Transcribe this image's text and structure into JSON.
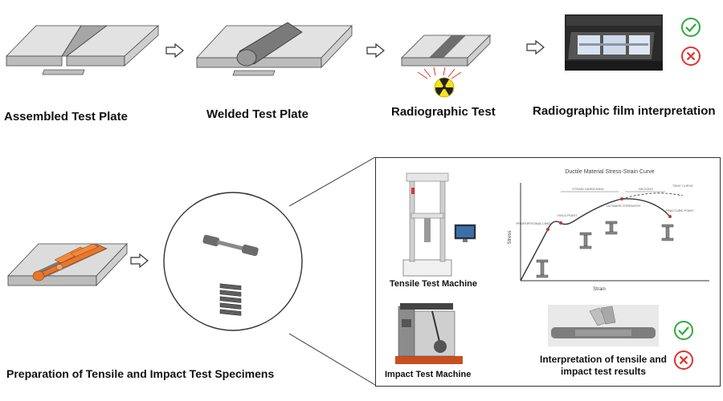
{
  "steps": {
    "assembled": "Assembled Test Plate",
    "welded": "Welded Test Plate",
    "radiographic": "Radiographic Test",
    "film": "Radiographic film interpretation",
    "preparation": "Preparation of Tensile and Impact Test Specimens"
  },
  "panel": {
    "tensile_machine": "Tensile Test Machine",
    "impact_machine": "Impact Test Machine",
    "interpretation": "Interpretation of tensile and impact test results"
  },
  "curve": {
    "title": "Ductile Material Stress-Strain Curve",
    "xlabel": "Strain",
    "ylabel": "Stress",
    "proportional": "PROPORTIONAL LIMIT",
    "yield": "YIELD POINT",
    "ultimate": "ULTIMATE STRENGTH",
    "fracture": "FRACTURE POINT",
    "strain_hardening": "STRAIN HARDENING",
    "necking": "NECKING",
    "true_curve": "TRUE CURVE"
  },
  "colors": {
    "accept": "#2eaa3c",
    "reject": "#e03131",
    "weld_orange": "#e8762b",
    "plate_gray": "#c9c9c9"
  },
  "icons": [
    "arrow-right-icon",
    "radiation-icon",
    "check-icon",
    "cross-icon"
  ]
}
